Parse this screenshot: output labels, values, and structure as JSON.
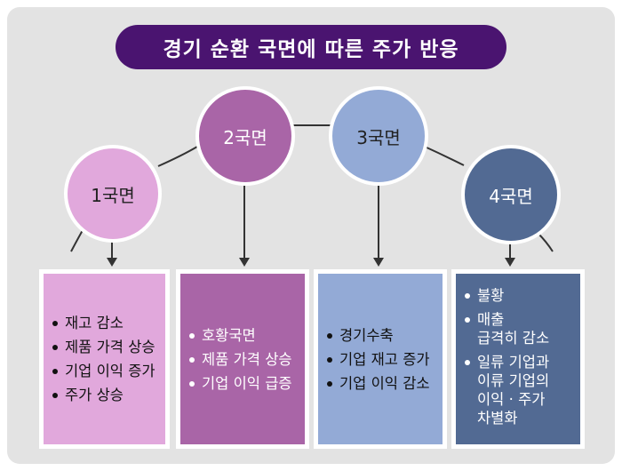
{
  "title": "경기 순환 국면에 따른 주가 반응",
  "colors": {
    "title_bg": "#4a1470",
    "phase1": "#e1a8dc",
    "phase2": "#a965a7",
    "phase3": "#93aad6",
    "phase4": "#526a93"
  },
  "phases": [
    {
      "label": "1국면",
      "items": [
        "재고 감소",
        "제품 가격 상승",
        "기업 이익 증가",
        "주가 상승"
      ]
    },
    {
      "label": "2국면",
      "items": [
        "호황국면",
        "제품 가격 상승",
        "기업 이익 급증"
      ]
    },
    {
      "label": "3국면",
      "items": [
        "경기수축",
        "기업 재고 증가",
        "기업 이익 감소"
      ]
    },
    {
      "label": "4국면",
      "items": [
        "불황",
        "매출\n급격히 감소",
        "일류 기업과\n이류 기업의\n이익 · 주가\n차별화"
      ]
    }
  ]
}
